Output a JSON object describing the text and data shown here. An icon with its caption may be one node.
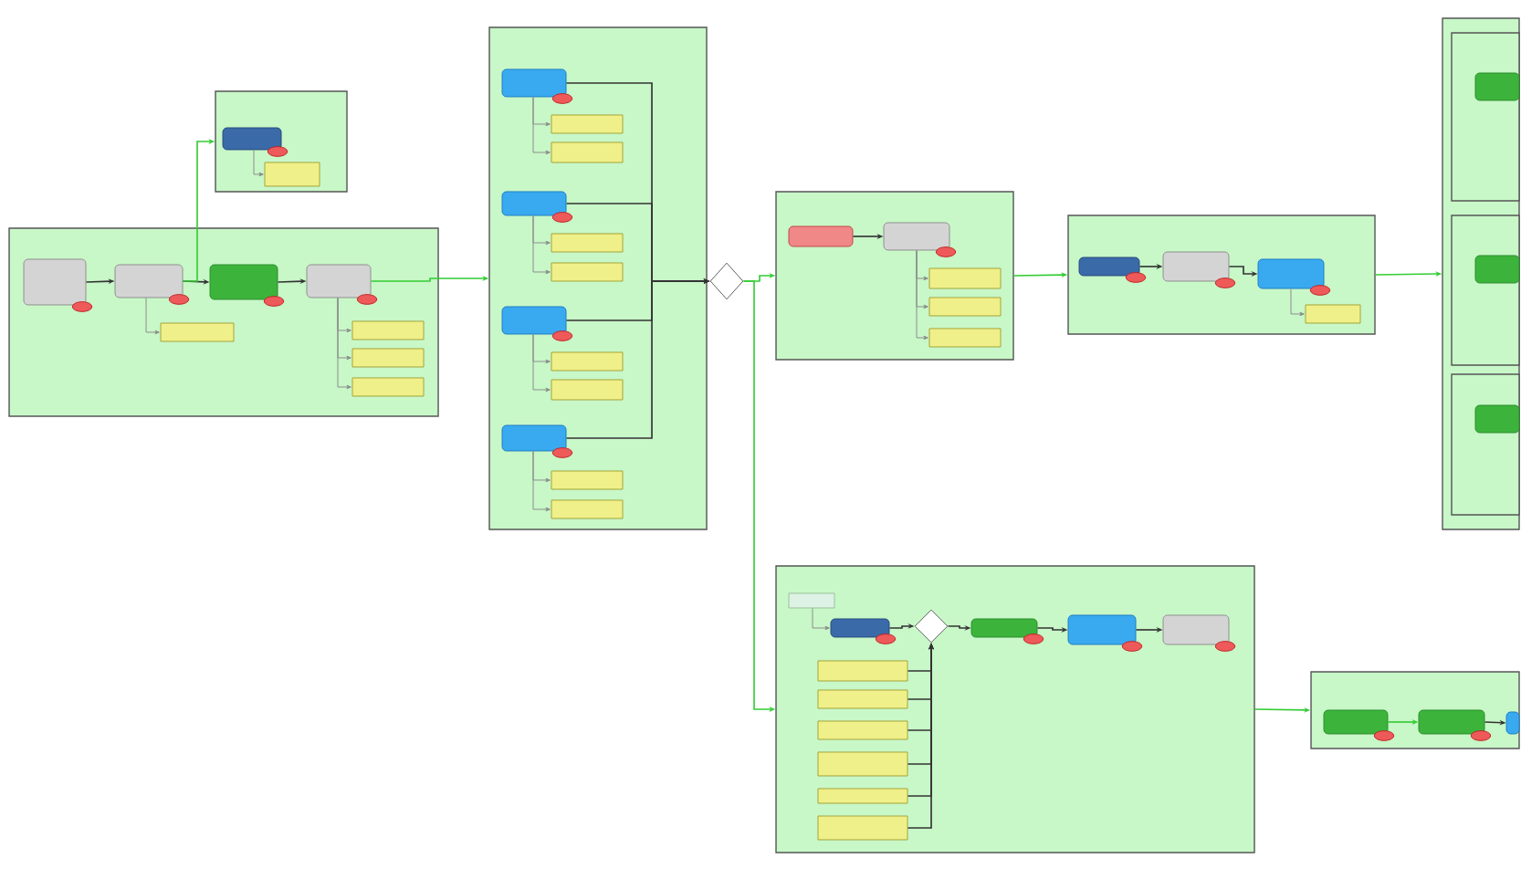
{
  "diagram": {
    "nodes": [
      {
        "text": [],
        "shape": "box"
      },
      {
        "text": [],
        "shape": "box",
        "in": 0
      },
      {
        "text": [],
        "shape": "box",
        "in": 0
      },
      {
        "text": [],
        "shape": "box",
        "in": 0
      },
      {
        "text": [],
        "shape": "box",
        "in": 0
      },
      {
        "text": [],
        "shape": "box",
        "in": 0
      },
      {
        "text": [],
        "shape": "box",
        "in": 0
      },
      {
        "text": [],
        "shape": "box",
        "in": 0
      },
      {
        "text": [],
        "shape": "box",
        "in": 0
      },
      {
        "text": [],
        "shape": "box"
      },
      {
        "text": [],
        "shape": "box",
        "in": 9
      },
      {
        "text": [],
        "shape": "box",
        "in": 9
      },
      {
        "text": [],
        "shape": "box"
      },
      {
        "text": [],
        "shape": "box",
        "in": 12
      },
      {
        "text": [],
        "shape": "box",
        "in": 12
      },
      {
        "text": [],
        "shape": "box",
        "in": 12
      },
      {
        "text": [],
        "shape": "box",
        "in": 12
      },
      {
        "text": [],
        "shape": "box",
        "in": 12
      },
      {
        "text": [],
        "shape": "box",
        "in": 12
      },
      {
        "text": [],
        "shape": "box",
        "in": 12
      },
      {
        "text": [],
        "shape": "box",
        "in": 12
      },
      {
        "text": [],
        "shape": "box",
        "in": 12
      },
      {
        "text": [],
        "shape": "box",
        "in": 12
      },
      {
        "text": [],
        "shape": "box",
        "in": 12
      },
      {
        "text": [],
        "shape": "box",
        "in": 12
      },
      {
        "text": [],
        "shape": "diamond"
      },
      {
        "text": [],
        "shape": "box"
      },
      {
        "text": [],
        "shape": "box",
        "in": 26
      },
      {
        "text": [],
        "shape": "box",
        "in": 26
      },
      {
        "text": [],
        "shape": "box",
        "in": 26
      },
      {
        "text": [],
        "shape": "box",
        "in": 26
      },
      {
        "text": [],
        "shape": "box",
        "in": 26
      },
      {
        "text": [],
        "shape": "box"
      },
      {
        "text": [],
        "shape": "box",
        "in": 32
      },
      {
        "text": [],
        "shape": "box",
        "in": 32
      },
      {
        "text": [],
        "shape": "box",
        "in": 32
      },
      {
        "text": [],
        "shape": "box",
        "in": 32
      },
      {
        "text": [],
        "shape": "box"
      },
      {
        "text": [],
        "shape": "box",
        "in": 37
      },
      {
        "text": [],
        "shape": "box",
        "in": 38
      },
      {
        "text": [],
        "shape": "box",
        "in": 37
      },
      {
        "text": [],
        "shape": "box",
        "in": 40
      },
      {
        "text": [],
        "shape": "box",
        "in": 37
      },
      {
        "text": [],
        "shape": "box",
        "in": 42
      },
      {
        "text": [],
        "shape": "box"
      },
      {
        "text": [],
        "shape": "box",
        "in": 44
      },
      {
        "text": [],
        "shape": "box",
        "in": 44
      },
      {
        "text": [],
        "shape": "diamond",
        "in": 44
      },
      {
        "text": [],
        "shape": "box",
        "in": 44
      },
      {
        "text": [],
        "shape": "box",
        "in": 44
      },
      {
        "text": [],
        "shape": "box",
        "in": 44
      },
      {
        "text": [],
        "shape": "box",
        "in": 44
      },
      {
        "text": [],
        "shape": "box",
        "in": 44
      },
      {
        "text": [],
        "shape": "box",
        "in": 44
      },
      {
        "text": [],
        "shape": "box",
        "in": 44
      },
      {
        "text": [],
        "shape": "box",
        "in": 44
      },
      {
        "text": [],
        "shape": "box",
        "in": 44
      },
      {
        "text": [],
        "shape": "box"
      },
      {
        "text": [],
        "shape": "box",
        "in": 57
      },
      {
        "text": [],
        "shape": "box",
        "in": 57
      },
      {
        "text": [],
        "shape": "box",
        "in": 57
      }
    ],
    "edges": [
      {
        "from": 1,
        "to": 2,
        "arrow": "to"
      },
      {
        "from": 2,
        "to": 3,
        "arrow": "to"
      },
      {
        "from": 3,
        "to": 4,
        "arrow": "to"
      },
      {
        "from": 4,
        "to": 12,
        "arrow": "to",
        "color": "#33cc33"
      },
      {
        "from": 2,
        "to": 9,
        "arrow": "to",
        "color": "#33cc33"
      },
      {
        "from": 2,
        "to": 5,
        "arrow": "to",
        "color": "#888888"
      },
      {
        "from": 4,
        "to": 6,
        "arrow": "to",
        "color": "#888888"
      },
      {
        "from": 4,
        "to": 7,
        "arrow": "to",
        "color": "#888888"
      },
      {
        "from": 4,
        "to": 8,
        "arrow": "to",
        "color": "#888888"
      },
      {
        "from": 10,
        "to": 11,
        "arrow": "to",
        "color": "#888888"
      },
      {
        "from": 13,
        "to": 14,
        "arrow": "to",
        "color": "#888888"
      },
      {
        "from": 13,
        "to": 15,
        "arrow": "to",
        "color": "#888888"
      },
      {
        "from": 16,
        "to": 17,
        "arrow": "to",
        "color": "#888888"
      },
      {
        "from": 16,
        "to": 18,
        "arrow": "to",
        "color": "#888888"
      },
      {
        "from": 19,
        "to": 20,
        "arrow": "to",
        "color": "#888888"
      },
      {
        "from": 19,
        "to": 21,
        "arrow": "to",
        "color": "#888888"
      },
      {
        "from": 22,
        "to": 23,
        "arrow": "to",
        "color": "#888888"
      },
      {
        "from": 22,
        "to": 24,
        "arrow": "to",
        "color": "#888888"
      },
      {
        "from": 13,
        "to": 25,
        "arrow": "to"
      },
      {
        "from": 16,
        "to": 25,
        "arrow": "to"
      },
      {
        "from": 19,
        "to": 25,
        "arrow": "to"
      },
      {
        "from": 22,
        "to": 25,
        "arrow": "to"
      },
      {
        "from": 25,
        "to": 26,
        "arrow": "to",
        "color": "#33cc33"
      },
      {
        "from": 25,
        "to": 44,
        "arrow": "to",
        "color": "#33cc33"
      },
      {
        "from": 27,
        "to": 28,
        "arrow": "to"
      },
      {
        "from": 28,
        "to": 29,
        "arrow": "to",
        "color": "#888888"
      },
      {
        "from": 28,
        "to": 30,
        "arrow": "to",
        "color": "#888888"
      },
      {
        "from": 28,
        "to": 31,
        "arrow": "to",
        "color": "#888888"
      },
      {
        "from": 26,
        "to": 32,
        "arrow": "to",
        "color": "#33cc33"
      },
      {
        "from": 33,
        "to": 34,
        "arrow": "to"
      },
      {
        "from": 34,
        "to": 35,
        "arrow": "to"
      },
      {
        "from": 35,
        "to": 36,
        "arrow": "to",
        "color": "#888888"
      },
      {
        "from": 32,
        "to": 37,
        "arrow": "to",
        "color": "#33cc33"
      },
      {
        "from": 45,
        "to": 46,
        "arrow": "to",
        "color": "#888888"
      },
      {
        "from": 46,
        "to": 47,
        "arrow": "to"
      },
      {
        "from": 47,
        "to": 48,
        "arrow": "to"
      },
      {
        "from": 48,
        "to": 49,
        "arrow": "to"
      },
      {
        "from": 49,
        "to": 50,
        "arrow": "to"
      },
      {
        "from": 51,
        "to": 47,
        "arrow": "to"
      },
      {
        "from": 52,
        "to": 47,
        "arrow": "to"
      },
      {
        "from": 53,
        "to": 47,
        "arrow": "to"
      },
      {
        "from": 54,
        "to": 47,
        "arrow": "to"
      },
      {
        "from": 55,
        "to": 47,
        "arrow": "to"
      },
      {
        "from": 56,
        "to": 47,
        "arrow": "to"
      },
      {
        "from": 44,
        "to": 57,
        "arrow": "to",
        "color": "#33cc33"
      },
      {
        "from": 58,
        "to": 59,
        "arrow": "to",
        "color": "#33cc33"
      },
      {
        "from": 59,
        "to": 60,
        "arrow": "to"
      }
    ]
  }
}
